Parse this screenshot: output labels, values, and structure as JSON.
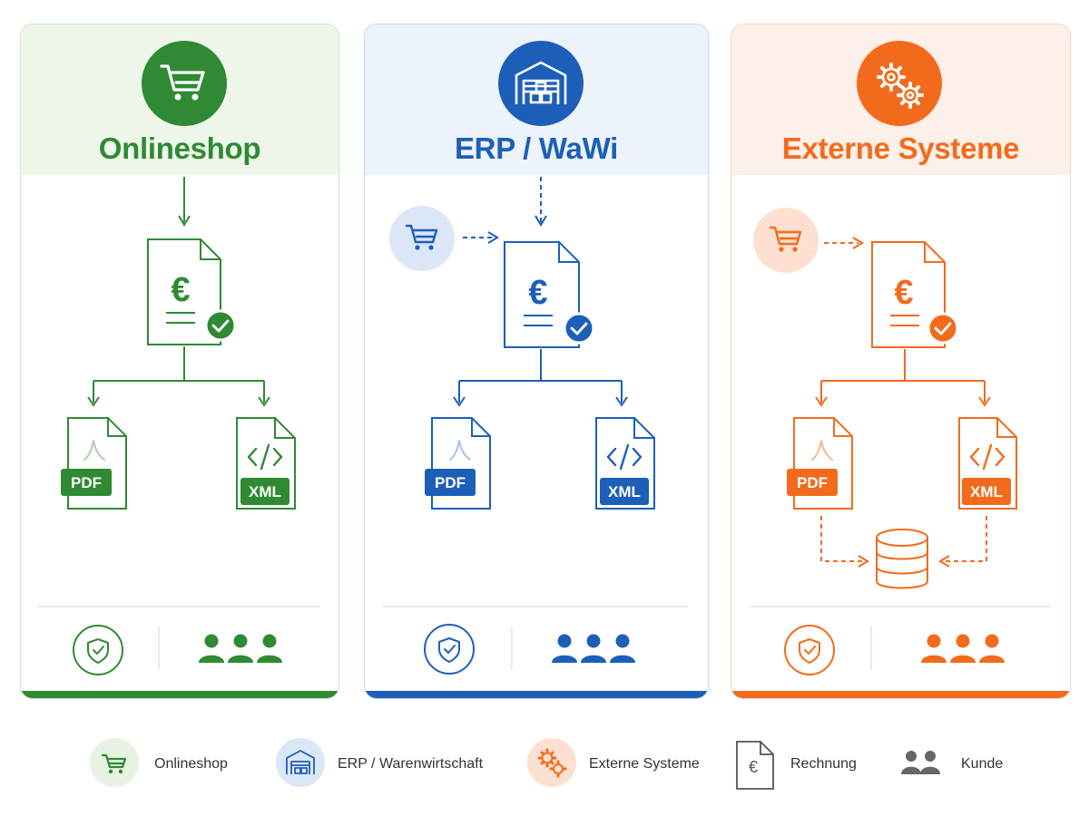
{
  "panels": [
    {
      "title": "Onlineshop",
      "color": "#2f8a33",
      "header_icon": "shopping-cart-icon",
      "documents": {
        "invoice_symbol": "€",
        "pdf_label": "PDF",
        "xml_label": "XML"
      }
    },
    {
      "title": "ERP / WaWi",
      "color": "#1d5fb8",
      "header_icon": "warehouse-icon",
      "documents": {
        "invoice_symbol": "€",
        "pdf_label": "PDF",
        "xml_label": "XML"
      }
    },
    {
      "title": "Externe Systeme",
      "color": "#f26b1d",
      "header_icon": "gears-icon",
      "documents": {
        "invoice_symbol": "€",
        "pdf_label": "PDF",
        "xml_label": "XML"
      }
    }
  ],
  "legend": [
    {
      "label": "Onlineshop",
      "icon": "shopping-cart-icon",
      "color": "#2f8a33"
    },
    {
      "label": "ERP / Warenwirtschaft",
      "icon": "warehouse-icon",
      "color": "#1d5fb8"
    },
    {
      "label": "Externe Systeme",
      "icon": "gears-icon",
      "color": "#f26b1d"
    },
    {
      "label": "Rechnung",
      "icon": "invoice-euro-icon",
      "color": "#555555"
    },
    {
      "label": "Kunde",
      "icon": "customers-icon",
      "color": "#666666"
    }
  ]
}
